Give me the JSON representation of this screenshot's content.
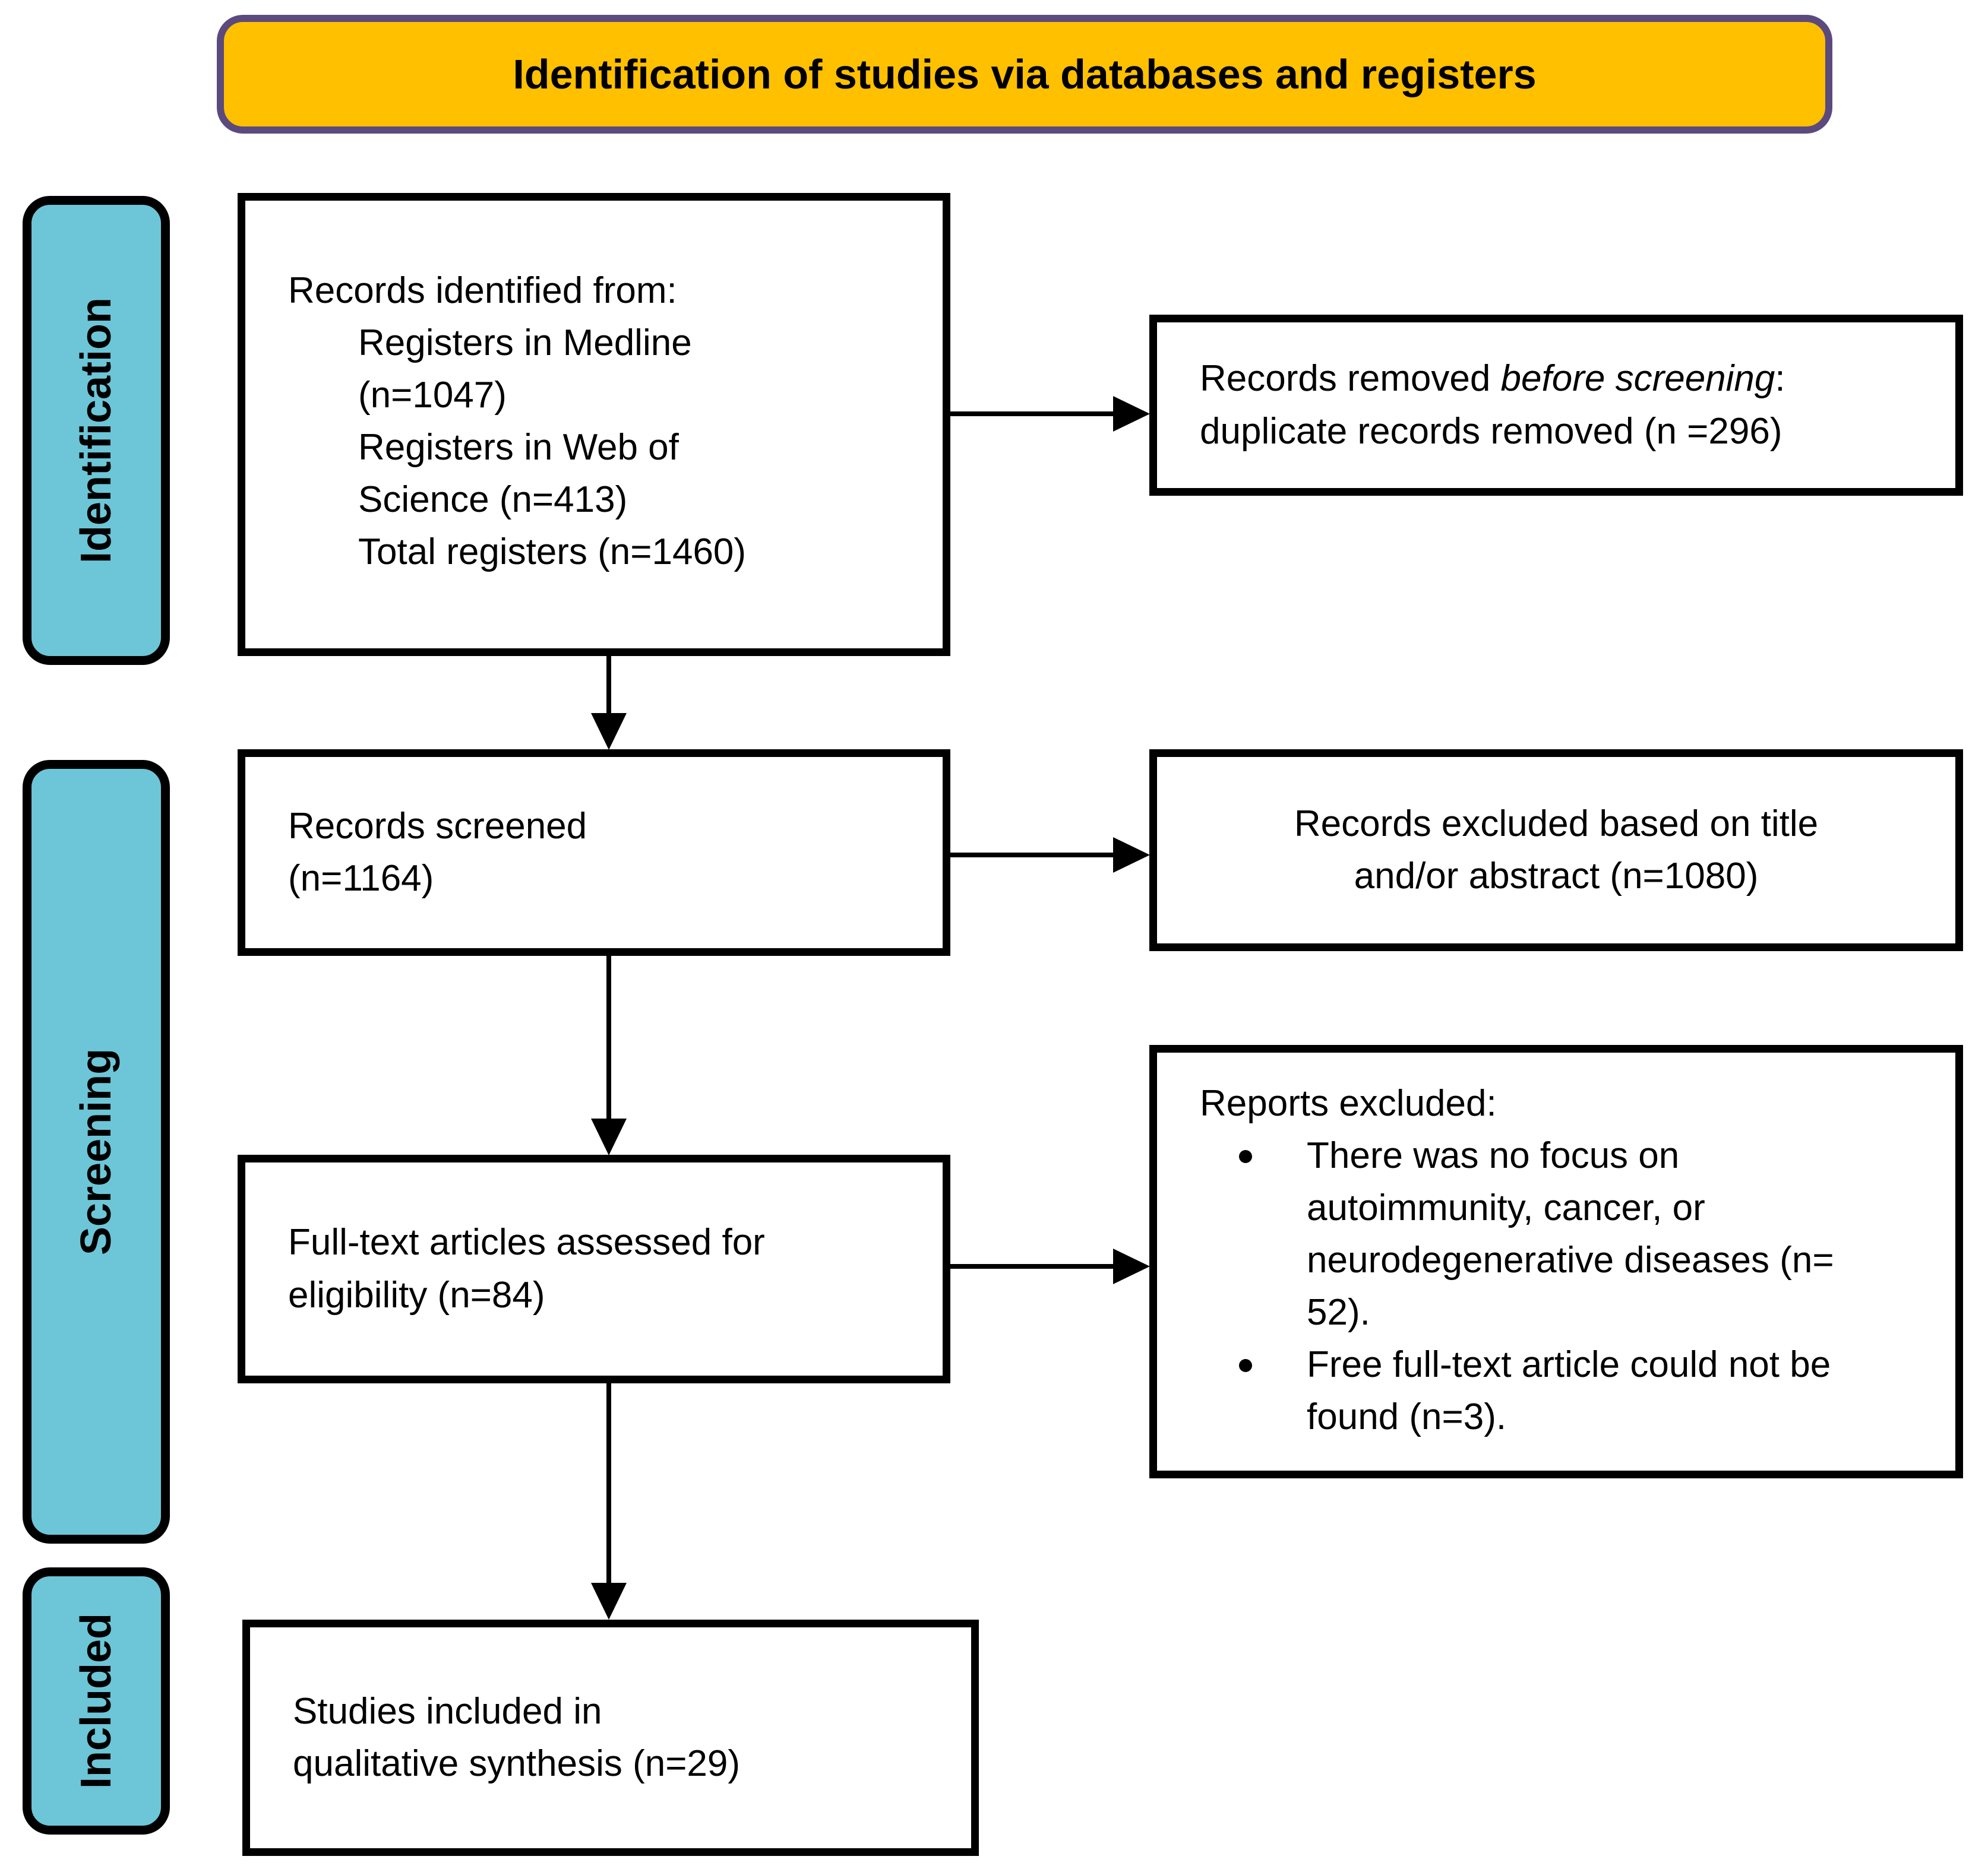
{
  "banner": {
    "title": "Identification of studies via databases and registers"
  },
  "stages": [
    {
      "label": "Identification"
    },
    {
      "label": "Screening"
    },
    {
      "label": "Included"
    }
  ],
  "boxes": {
    "records_identified": {
      "intro": "Records identified from:",
      "items": [
        "Registers in Medline\n(n=1047)",
        "Registers in Web of\nScience (n=413)",
        "Total registers (n=1460)"
      ]
    },
    "records_removed": {
      "prefix": "Records removed ",
      "italic": "before screening",
      "suffix": ":",
      "line2": "duplicate records removed (n =296)"
    },
    "records_screened": {
      "text": "Records screened\n(n=1164)"
    },
    "records_excluded": {
      "text": "Records excluded based on title\nand/or abstract (n=1080)"
    },
    "fulltext_assessed": {
      "text": "Full-text articles assessed for\neligibility (n=84)"
    },
    "reports_excluded": {
      "header": "Reports excluded:",
      "bullets": [
        "There was no focus on\nautoimmunity, cancer, or\nneurodegenerative diseases (n=\n52).",
        "Free full-text article could not be\nfound (n=3)."
      ]
    },
    "studies_included": {
      "text": "Studies included in\nqualitative synthesis (n=29)"
    }
  },
  "colors": {
    "banner_fill": "#FFC000",
    "banner_border": "#5B4A7E",
    "stage_fill": "#6CC6D8",
    "line": "#000000",
    "background": "#FFFFFF",
    "text": "#000000"
  }
}
